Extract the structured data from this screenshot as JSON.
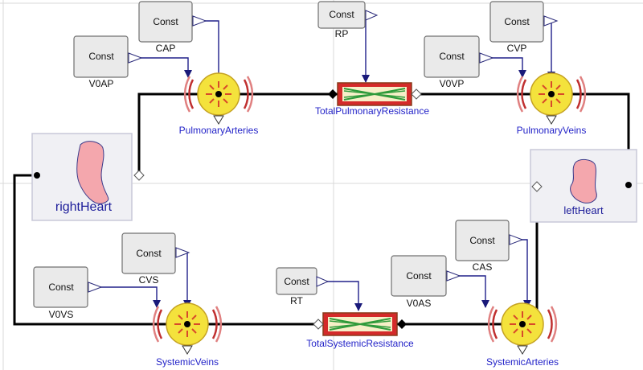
{
  "components": {
    "const_label": "Const",
    "params": {
      "cap": "CAP",
      "v0ap": "V0AP",
      "rp": "RP",
      "cvp": "CVP",
      "v0vp": "V0VP",
      "cvs": "CVS",
      "v0vs": "V0VS",
      "rt": "RT",
      "cas": "CAS",
      "v0as": "V0AS"
    },
    "compliances": {
      "pulmonary_arteries": "PulmonaryArteries",
      "pulmonary_veins": "PulmonaryVeins",
      "systemic_veins": "SystemicVeins",
      "systemic_arteries": "SystemicArteries"
    },
    "resistances": {
      "total_pulmonary": "TotalPulmonaryResistance",
      "total_systemic": "TotalSystemicResistance"
    },
    "hearts": {
      "right": "rightHeart",
      "left": "leftHeart"
    }
  },
  "colors": {
    "wire": "#000000",
    "signal": "#20208a",
    "label_blue": "#2323c8",
    "heart_fill": "#f4a7ad",
    "compliance_fill": "#f4e23c",
    "resistance_red": "#d42a2a"
  }
}
